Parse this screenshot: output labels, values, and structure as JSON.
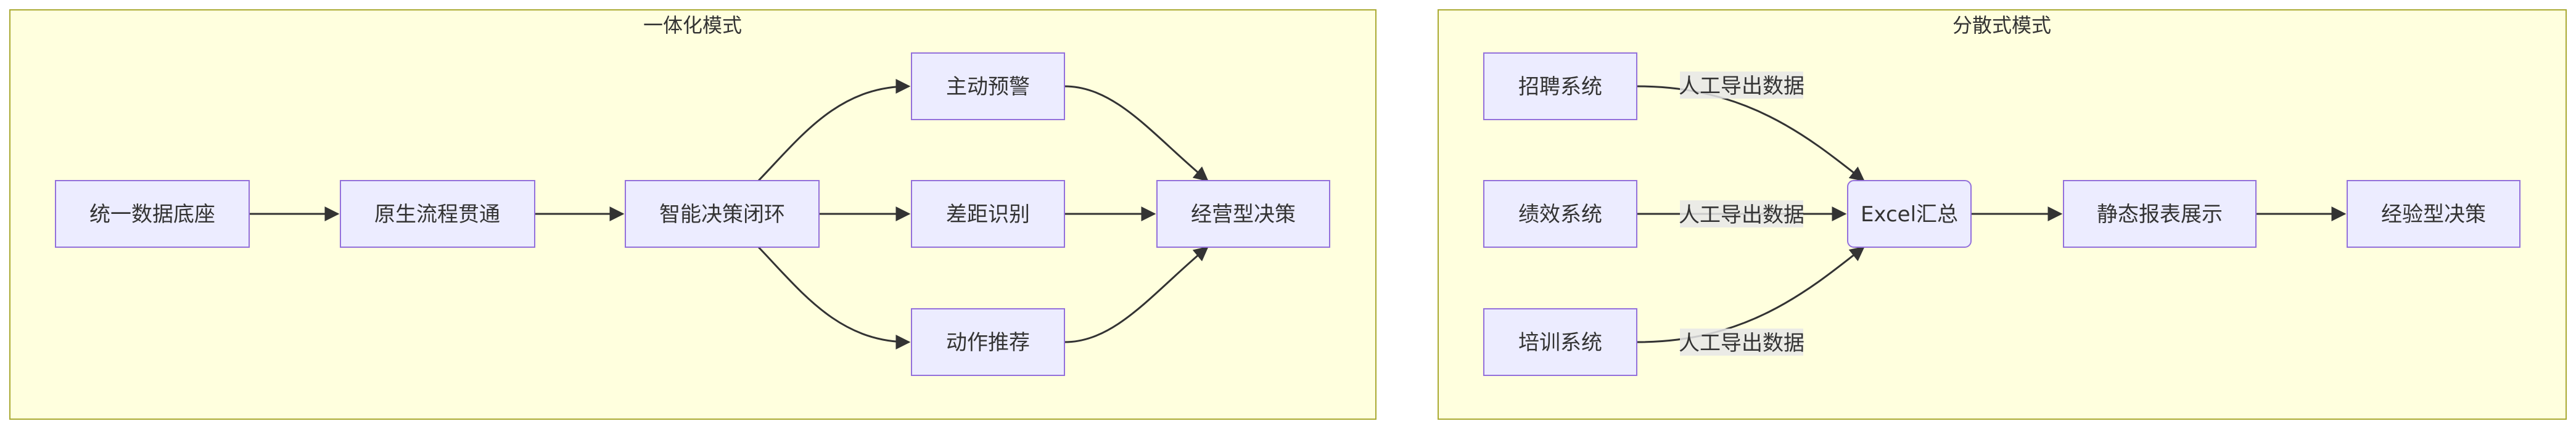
{
  "colors": {
    "cluster_fill": "#ffffde",
    "cluster_stroke": "#aaaa33",
    "node_fill": "#ececff",
    "node_stroke": "#9370db",
    "edge": "#333333",
    "text": "#333333",
    "edge_label_bg": "#e8e8e8"
  },
  "integrated": {
    "title": "一体化模式",
    "nodes": {
      "data_base": "统一数据底座",
      "native_flow": "原生流程贯通",
      "smart_loop": "智能决策闭环",
      "proactive_alert": "主动预警",
      "gap_identify": "差距识别",
      "action_recommend": "动作推荐",
      "operational_decision": "经营型决策"
    }
  },
  "distributed": {
    "title": "分散式模式",
    "nodes": {
      "recruit_system": "招聘系统",
      "performance_system": "绩效系统",
      "training_system": "培训系统",
      "excel_summary": "Excel汇总",
      "static_report": "静态报表展示",
      "experience_decision": "经验型决策"
    },
    "edge_labels": {
      "recruit_export": "人工导出数据",
      "performance_export": "人工导出数据",
      "training_export": "人工导出数据"
    }
  }
}
